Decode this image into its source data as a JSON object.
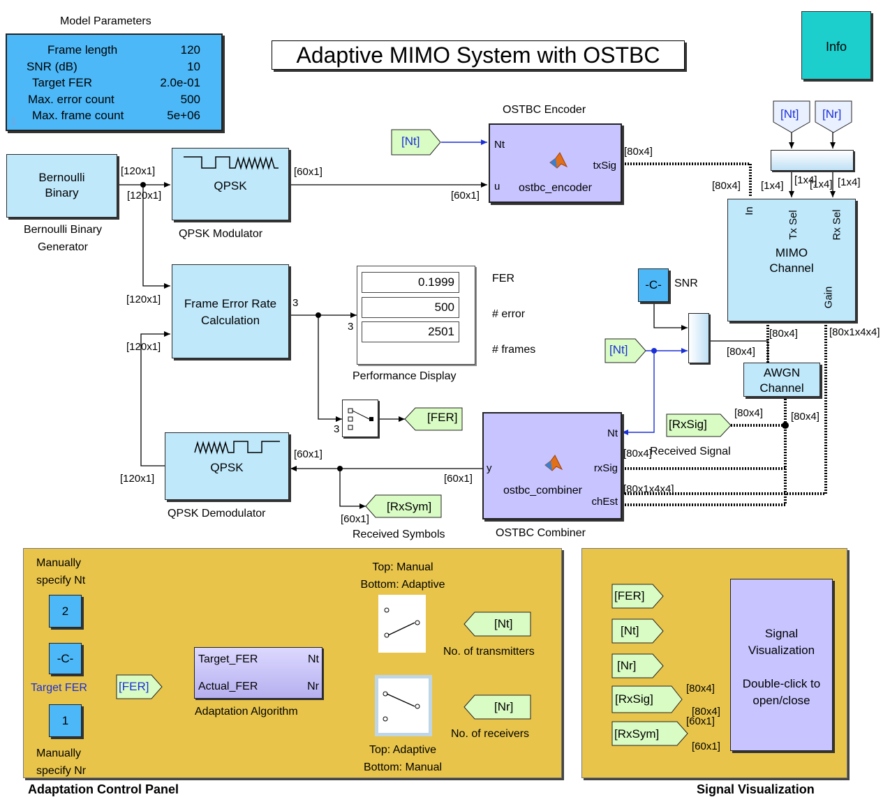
{
  "title": "Adaptive MIMO System with OSTBC",
  "info_label": "Info",
  "model_params": {
    "heading": "Model Parameters",
    "rows": [
      {
        "name": "Frame length",
        "value": "120"
      },
      {
        "name": "SNR (dB)",
        "value": "10"
      },
      {
        "name": "Target FER",
        "value": "2.0e-01"
      },
      {
        "name": "Max. error count",
        "value": "500"
      },
      {
        "name": "Max. frame count",
        "value": "5e+06"
      }
    ]
  },
  "blocks": {
    "bernoulli": {
      "text": "Bernoulli\nBinary",
      "caption": "Bernoulli Binary\nGenerator"
    },
    "qpsk_mod": {
      "text": "QPSK",
      "caption": "QPSK Modulator"
    },
    "qpsk_demod": {
      "text": "QPSK",
      "caption": "QPSK Demodulator"
    },
    "fer_calc": {
      "text": "Frame Error Rate\nCalculation",
      "out": "3"
    },
    "encoder": {
      "caption": "OSTBC Encoder",
      "fn": "ostbc_encoder",
      "in1": "Nt",
      "in2": "u",
      "out": "txSig"
    },
    "combiner": {
      "caption": "OSTBC Combiner",
      "fn": "ostbc_combiner",
      "in1": "Nt",
      "in2": "rxSig",
      "in3": "chEst",
      "out": "y"
    },
    "mimo": {
      "text": "MIMO\nChannel",
      "in": "In",
      "txsel": "Tx Sel",
      "rxsel": "Rx Sel",
      "gain": "Gain"
    },
    "awgn": {
      "text": "AWGN\nChannel"
    },
    "snr_const": {
      "text": "-C-",
      "caption": "SNR"
    },
    "perf": {
      "caption": "Performance Display",
      "values": [
        "0.1999",
        "500",
        "2501"
      ],
      "labels": [
        "FER",
        "# error",
        "# frames"
      ],
      "port": "3"
    }
  },
  "tags": {
    "nt_enc": "[Nt]",
    "nt_mimo": "[Nt]",
    "nr_mimo": "[Nr]",
    "nt_comb": "[Nt]",
    "fer_out": "[FER]",
    "rxsig_out": "[RxSig]",
    "rxsym_out": "[RxSym]",
    "rxsig_caption": "Received Signal",
    "rxsym_caption": "Received Symbols"
  },
  "signals": {
    "s120a": "[120x1]",
    "s120b": "[120x1]",
    "s120c": "[120x1]",
    "s120d": "[120x1]",
    "s120e": "[120x1]",
    "s60a": "[60x1]",
    "s60b": "[60x1]",
    "s60c": "[60x1]",
    "s60d": "[60x1]",
    "s60e": "[60x1]",
    "s80x4a": "[80x4]",
    "s80x4b": "[80x4]",
    "s80x4c": "[80x4]",
    "s80x4d": "[80x4]",
    "s80x4e": "[80x4]",
    "s80x4f": "[80x4]",
    "s80x4g": "[80x4]",
    "s1x4a": "[1x4]",
    "s1x4b": "[1x4]",
    "s1x4c": "[1x4]",
    "s1x4d": "[1x4]",
    "s80x1x4x4a": "[80x1x4x4]",
    "s80x1x4x4b": "[80x1x4x4]",
    "switch_port": "3"
  },
  "adapt_panel": {
    "caption": "Adaptation Control Panel",
    "manual_nt": "Manually\nspecify Nt",
    "manual_nr": "Manually\nspecify Nr",
    "const_nt": "2",
    "const_nr": "1",
    "target_const": "-C-",
    "target_caption": "Target FER",
    "fer_tag": "[FER]",
    "algo_in1": "Target_FER",
    "algo_in2": "Actual_FER",
    "algo_out1": "Nt",
    "algo_out2": "Nr",
    "algo_caption": "Adaptation Algorithm",
    "sw1_caption": "Top: Manual\nBottom: Adaptive",
    "sw2_caption": "Top: Adaptive\nBottom: Manual",
    "nt_tag": "[Nt]",
    "nr_tag": "[Nr]",
    "nt_caption": "No. of transmitters",
    "nr_caption": "No. of receivers"
  },
  "viz_panel": {
    "caption": "Signal Visualization",
    "tags": [
      "[FER]",
      "[Nt]",
      "[Nr]",
      "[RxSig]",
      "[RxSym]"
    ],
    "block_title": "Signal\nVisualization",
    "block_hint": "Double-click to\nopen/close",
    "s1": "[80x4]",
    "s2": "[80x4]",
    "s3": "[60x1]",
    "s4": "[60x1]"
  }
}
